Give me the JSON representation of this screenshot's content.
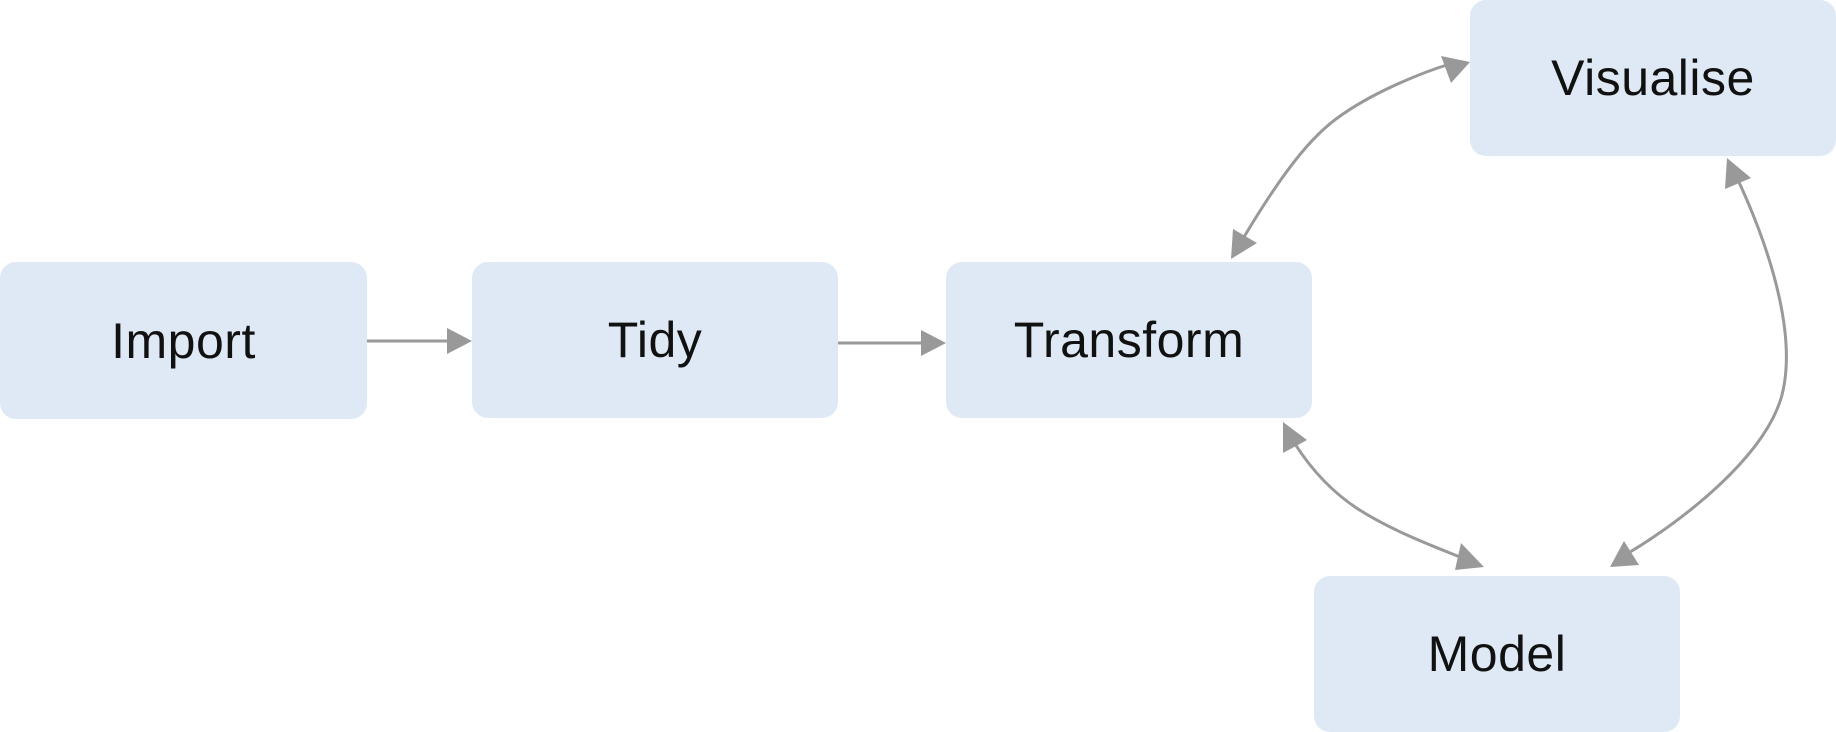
{
  "diagram": {
    "nodes": {
      "import": "Import",
      "tidy": "Tidy",
      "transform": "Transform",
      "visualise": "Visualise",
      "model": "Model"
    },
    "edges": [
      {
        "from": "Import",
        "to": "Tidy",
        "direction": "forward"
      },
      {
        "from": "Tidy",
        "to": "Transform",
        "direction": "forward"
      },
      {
        "from": "Transform",
        "to": "Visualise",
        "direction": "both"
      },
      {
        "from": "Visualise",
        "to": "Model",
        "direction": "both"
      },
      {
        "from": "Model",
        "to": "Transform",
        "direction": "both"
      }
    ],
    "colors": {
      "node_fill": "#dfe9f5",
      "edge": "#999999",
      "text": "#111111"
    }
  }
}
